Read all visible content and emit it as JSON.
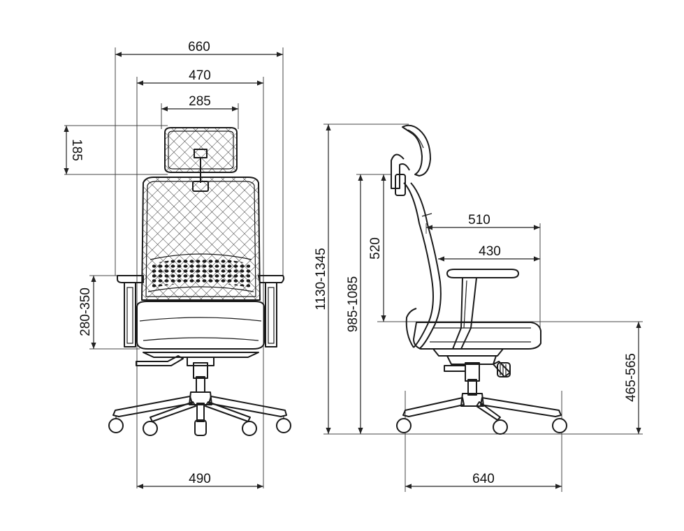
{
  "front_view": {
    "dim_overall_width": "660",
    "dim_backrest_width": "470",
    "dim_headrest_width": "285",
    "dim_headrest_height": "185",
    "dim_armrest_height": "280-350",
    "dim_base_width": "490"
  },
  "side_view": {
    "dim_total_height": "1130-1345",
    "dim_height_no_headrest": "985-1085",
    "dim_backrest_height": "520",
    "dim_seat_depth": "510",
    "dim_armrest_depth": "430",
    "dim_seat_height": "465-565",
    "dim_base_depth": "640"
  }
}
